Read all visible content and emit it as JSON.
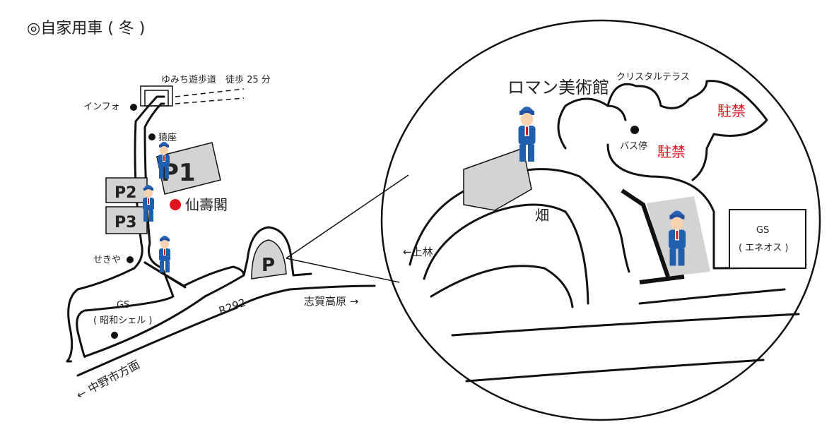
{
  "title": "◎自家用車 ( 冬 )",
  "overview_map": {
    "trail_label": "ゆみち遊歩道　徒歩 25 分",
    "info": "インフォ",
    "sarukura": "猿座",
    "parking_1": "P1",
    "parking_2": "P2",
    "parking_3": "P3",
    "hotel": "仙壽閣",
    "sekiya": "せきや",
    "gs_label": "GS",
    "gs_brand": "( 昭和シェル )",
    "route": "R292",
    "to_shiga": "志賀高原 →",
    "to_nakano": "← 中野市方面",
    "parking_p": "P"
  },
  "detail_map": {
    "museum": "ロマン美術館",
    "crystal_terrace": "クリスタルテラス",
    "no_parking_1": "駐禁",
    "no_parking_2": "駐禁",
    "bus_stop": "バス停",
    "field": "畑",
    "to_kambayashi": "←上林",
    "gs_label": "GS",
    "gs_brand": "( エネオス )"
  },
  "colors": {
    "red": "#e0141e",
    "lot_gray": "#d3d3d3",
    "officer_blue": "#1f5fae"
  }
}
